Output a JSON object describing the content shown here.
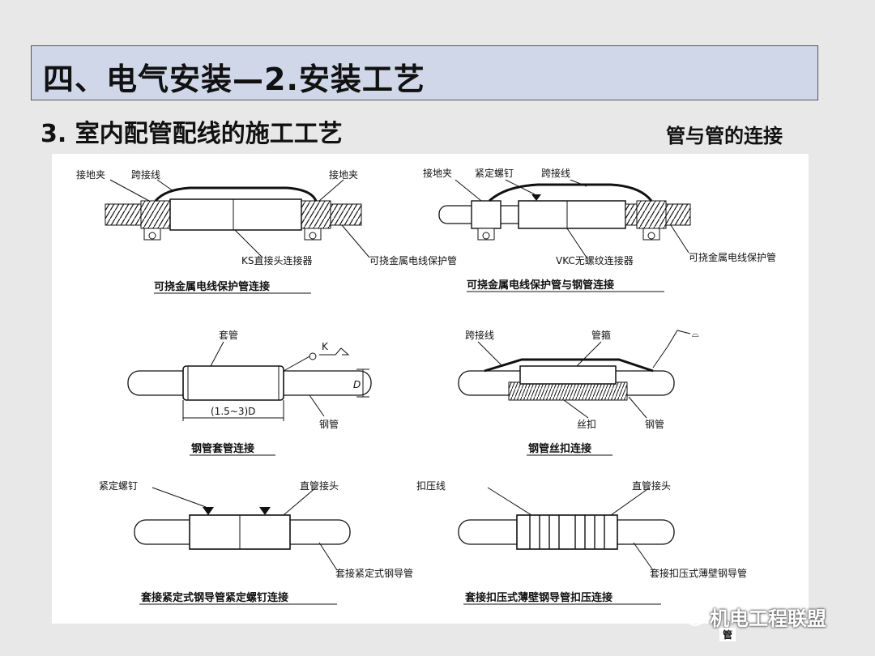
{
  "slide": {
    "title": "四、电气安装—2.安装工艺",
    "subtitle": "3. 室内配管配线的施工工艺",
    "corner_label": "管与管的连接"
  },
  "diagrams": {
    "d1": {
      "label_ground_left": "接地夹",
      "label_bridge": "跨接线",
      "label_ground_right": "接地夹",
      "label_connector": "KS直接头连接器",
      "label_hose": "可挠金属电线保护管",
      "caption": "可挠金属电线保护管连接"
    },
    "d2": {
      "label_ground": "接地夹",
      "label_screw": "紧定螺钉",
      "label_bridge": "跨接线",
      "label_connector": "VKC无螺纹连接器",
      "label_hose": "可挠金属电线保护管",
      "caption": "可挠金属电线保护管与钢管连接"
    },
    "d3": {
      "label_sleeve": "套管",
      "label_weld": "K",
      "label_dim_d": "D",
      "label_length": "(1.5~3)D",
      "label_pipe": "钢管",
      "caption": "钢管套管连接"
    },
    "d4": {
      "label_bridge": "跨接线",
      "label_coupling": "管箍",
      "label_thread": "丝扣",
      "label_pipe": "钢管",
      "caption": "钢管丝扣连接"
    },
    "d5": {
      "label_screw": "紧定螺钉",
      "label_joint": "直管接头",
      "label_pipe": "套接紧定式钢导管",
      "caption": "套接紧定式钢导管紧定螺钉连接"
    },
    "d6": {
      "label_crimp": "扣压线",
      "label_joint": "直管接头",
      "label_pipe": "套接扣压式薄壁钢导管",
      "caption": "套接扣压式薄壁钢导管扣压连接"
    }
  },
  "watermark": {
    "text": "机电工程联盟",
    "icon": "wechat-icon"
  },
  "bottom_fragment": "管"
}
